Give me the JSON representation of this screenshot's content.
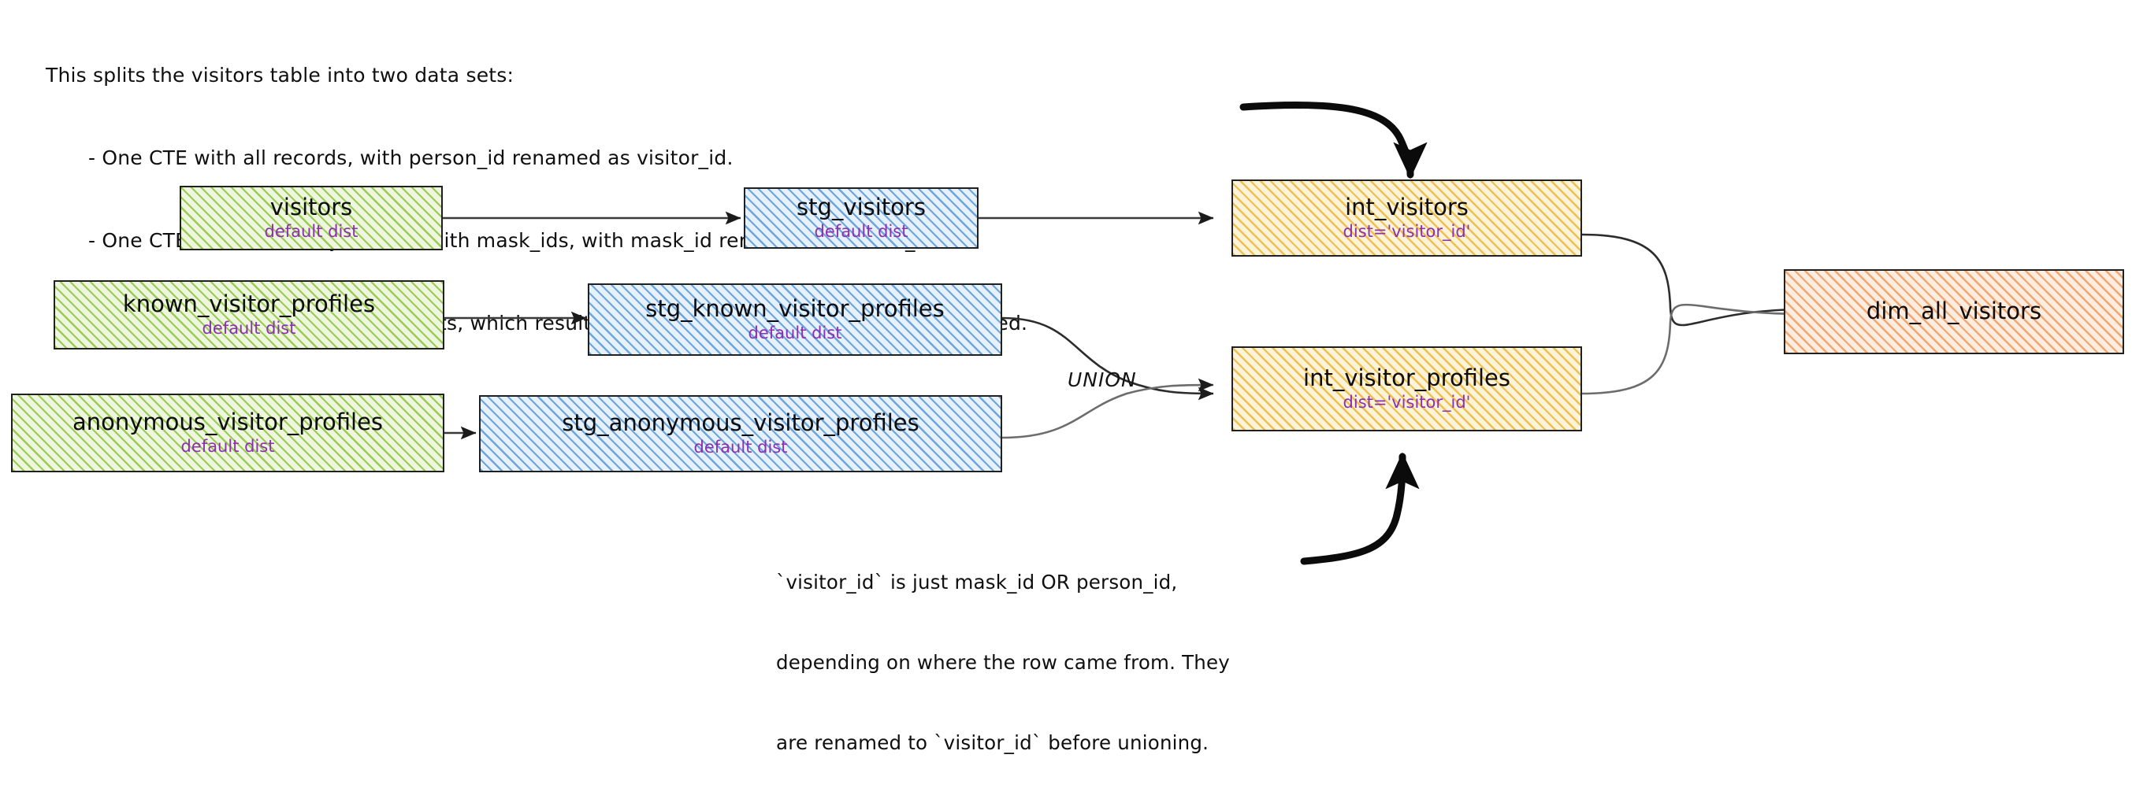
{
  "diagram": {
    "title_note": {
      "lines": [
        "This splits the visitors table into two data sets:",
        "- One CTE with all records, with person_id renamed as visitor_id.",
        "- One CTE filtered to only records with mask_ids, with mask_id renamed as visitor_id",
        "- One CTE to union the two data sets, which results in a grain of one row per profile collected."
      ]
    },
    "bottom_note": {
      "lines": [
        "`visitor_id` is just mask_id OR person_id,",
        "depending on where the row came from. They",
        "are renamed to `visitor_id` before unioning."
      ]
    },
    "edge_labels": {
      "union": "UNION"
    },
    "colors": {
      "source": "#8cc43a",
      "staging": "#4e92d5",
      "intermediate": "#ebb22f",
      "mart": "#ec8c46",
      "dist_text": "#8c2fb0",
      "stroke": "#20201f"
    },
    "nodes": {
      "visitors": {
        "title": "visitors",
        "dist": "default dist"
      },
      "known_visitor_profiles": {
        "title": "known_visitor_profiles",
        "dist": "default dist"
      },
      "anonymous_visitor_profiles": {
        "title": "anonymous_visitor_profiles",
        "dist": "default dist"
      },
      "stg_visitors": {
        "title": "stg_visitors",
        "dist": "default dist"
      },
      "stg_known_visitor_profiles": {
        "title": "stg_known_visitor_profiles",
        "dist": "default dist"
      },
      "stg_anonymous_visitor_profiles": {
        "title": "stg_anonymous_visitor_profiles",
        "dist": "default dist"
      },
      "int_visitors": {
        "title": "int_visitors",
        "dist": "dist='visitor_id'"
      },
      "int_visitor_profiles": {
        "title": "int_visitor_profiles",
        "dist": "dist='visitor_id'"
      },
      "dim_all_visitors": {
        "title": "dim_all_visitors",
        "dist": ""
      }
    }
  }
}
